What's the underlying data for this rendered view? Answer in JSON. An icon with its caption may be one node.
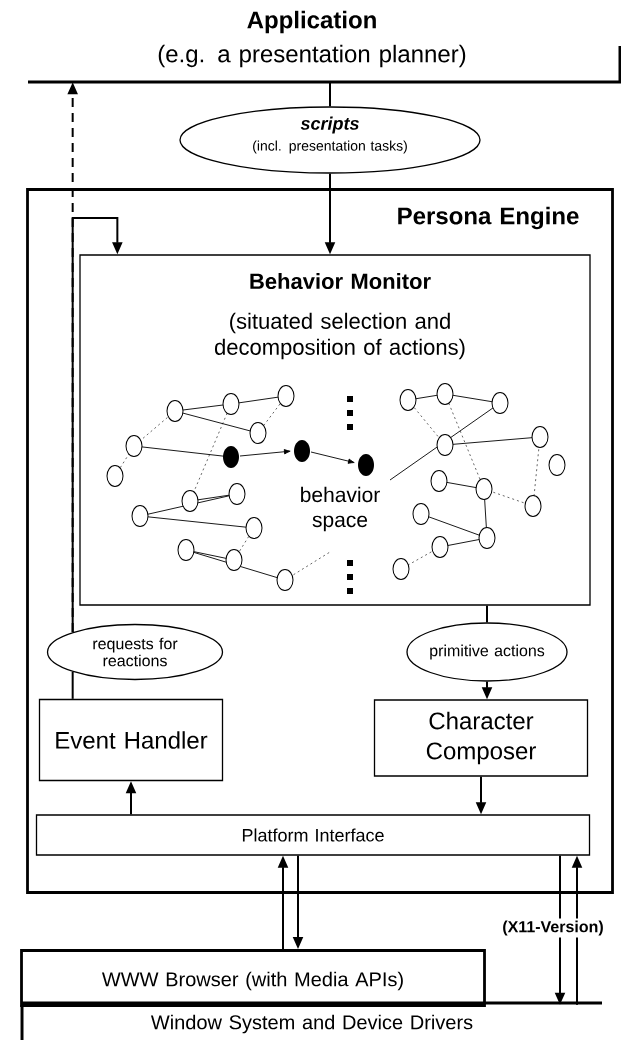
{
  "diagram": {
    "nodes": [
      {
        "text": [
          "Application",
          "(e.g. a presentation planner)"
        ]
      },
      {
        "text": [
          "scripts",
          "(incl. presentation tasks)"
        ]
      },
      {
        "text": [
          "Persona Engine"
        ]
      },
      {
        "text": [
          "Behavior Monitor",
          "(situated selection and decomposition of actions)"
        ],
        "in": 2
      },
      {
        "text": [
          "requests for reactions"
        ],
        "in": 2
      },
      {
        "text": [
          "primitive actions"
        ],
        "in": 2
      },
      {
        "text": [
          "Event Handler"
        ],
        "in": 2
      },
      {
        "text": [
          "Character Composer"
        ],
        "in": 2
      },
      {
        "text": [
          "Platform Interface"
        ],
        "in": 2
      },
      {
        "text": [
          "WWW Browser (with Media APIs)"
        ]
      },
      {
        "text": [
          "Window System and Device Drivers"
        ]
      }
    ],
    "edges": [
      {
        "from": 0,
        "to": 1,
        "arrow": "none"
      },
      {
        "from": 1,
        "to": 3,
        "arrow": "to"
      },
      {
        "from": 6,
        "to": 4,
        "arrow": "none"
      },
      {
        "from": 4,
        "to": 3,
        "arrow": "to"
      },
      {
        "from": 4,
        "to": 0,
        "arrow": "to",
        "style": "dashed"
      },
      {
        "from": 3,
        "to": 5,
        "arrow": "none"
      },
      {
        "from": 5,
        "to": 7,
        "arrow": "to"
      },
      {
        "from": 7,
        "to": 8,
        "arrow": "to"
      },
      {
        "from": 8,
        "to": 6,
        "arrow": "to"
      },
      {
        "from": 9,
        "to": 8,
        "arrow": "to"
      },
      {
        "from": 8,
        "to": 9,
        "arrow": "to"
      },
      {
        "from": 8,
        "to": 10,
        "arrow": "to",
        "label": "(X11-Version)"
      },
      {
        "from": 10,
        "to": 8,
        "arrow": "to"
      }
    ],
    "labels": [
      "behavior space"
    ]
  }
}
